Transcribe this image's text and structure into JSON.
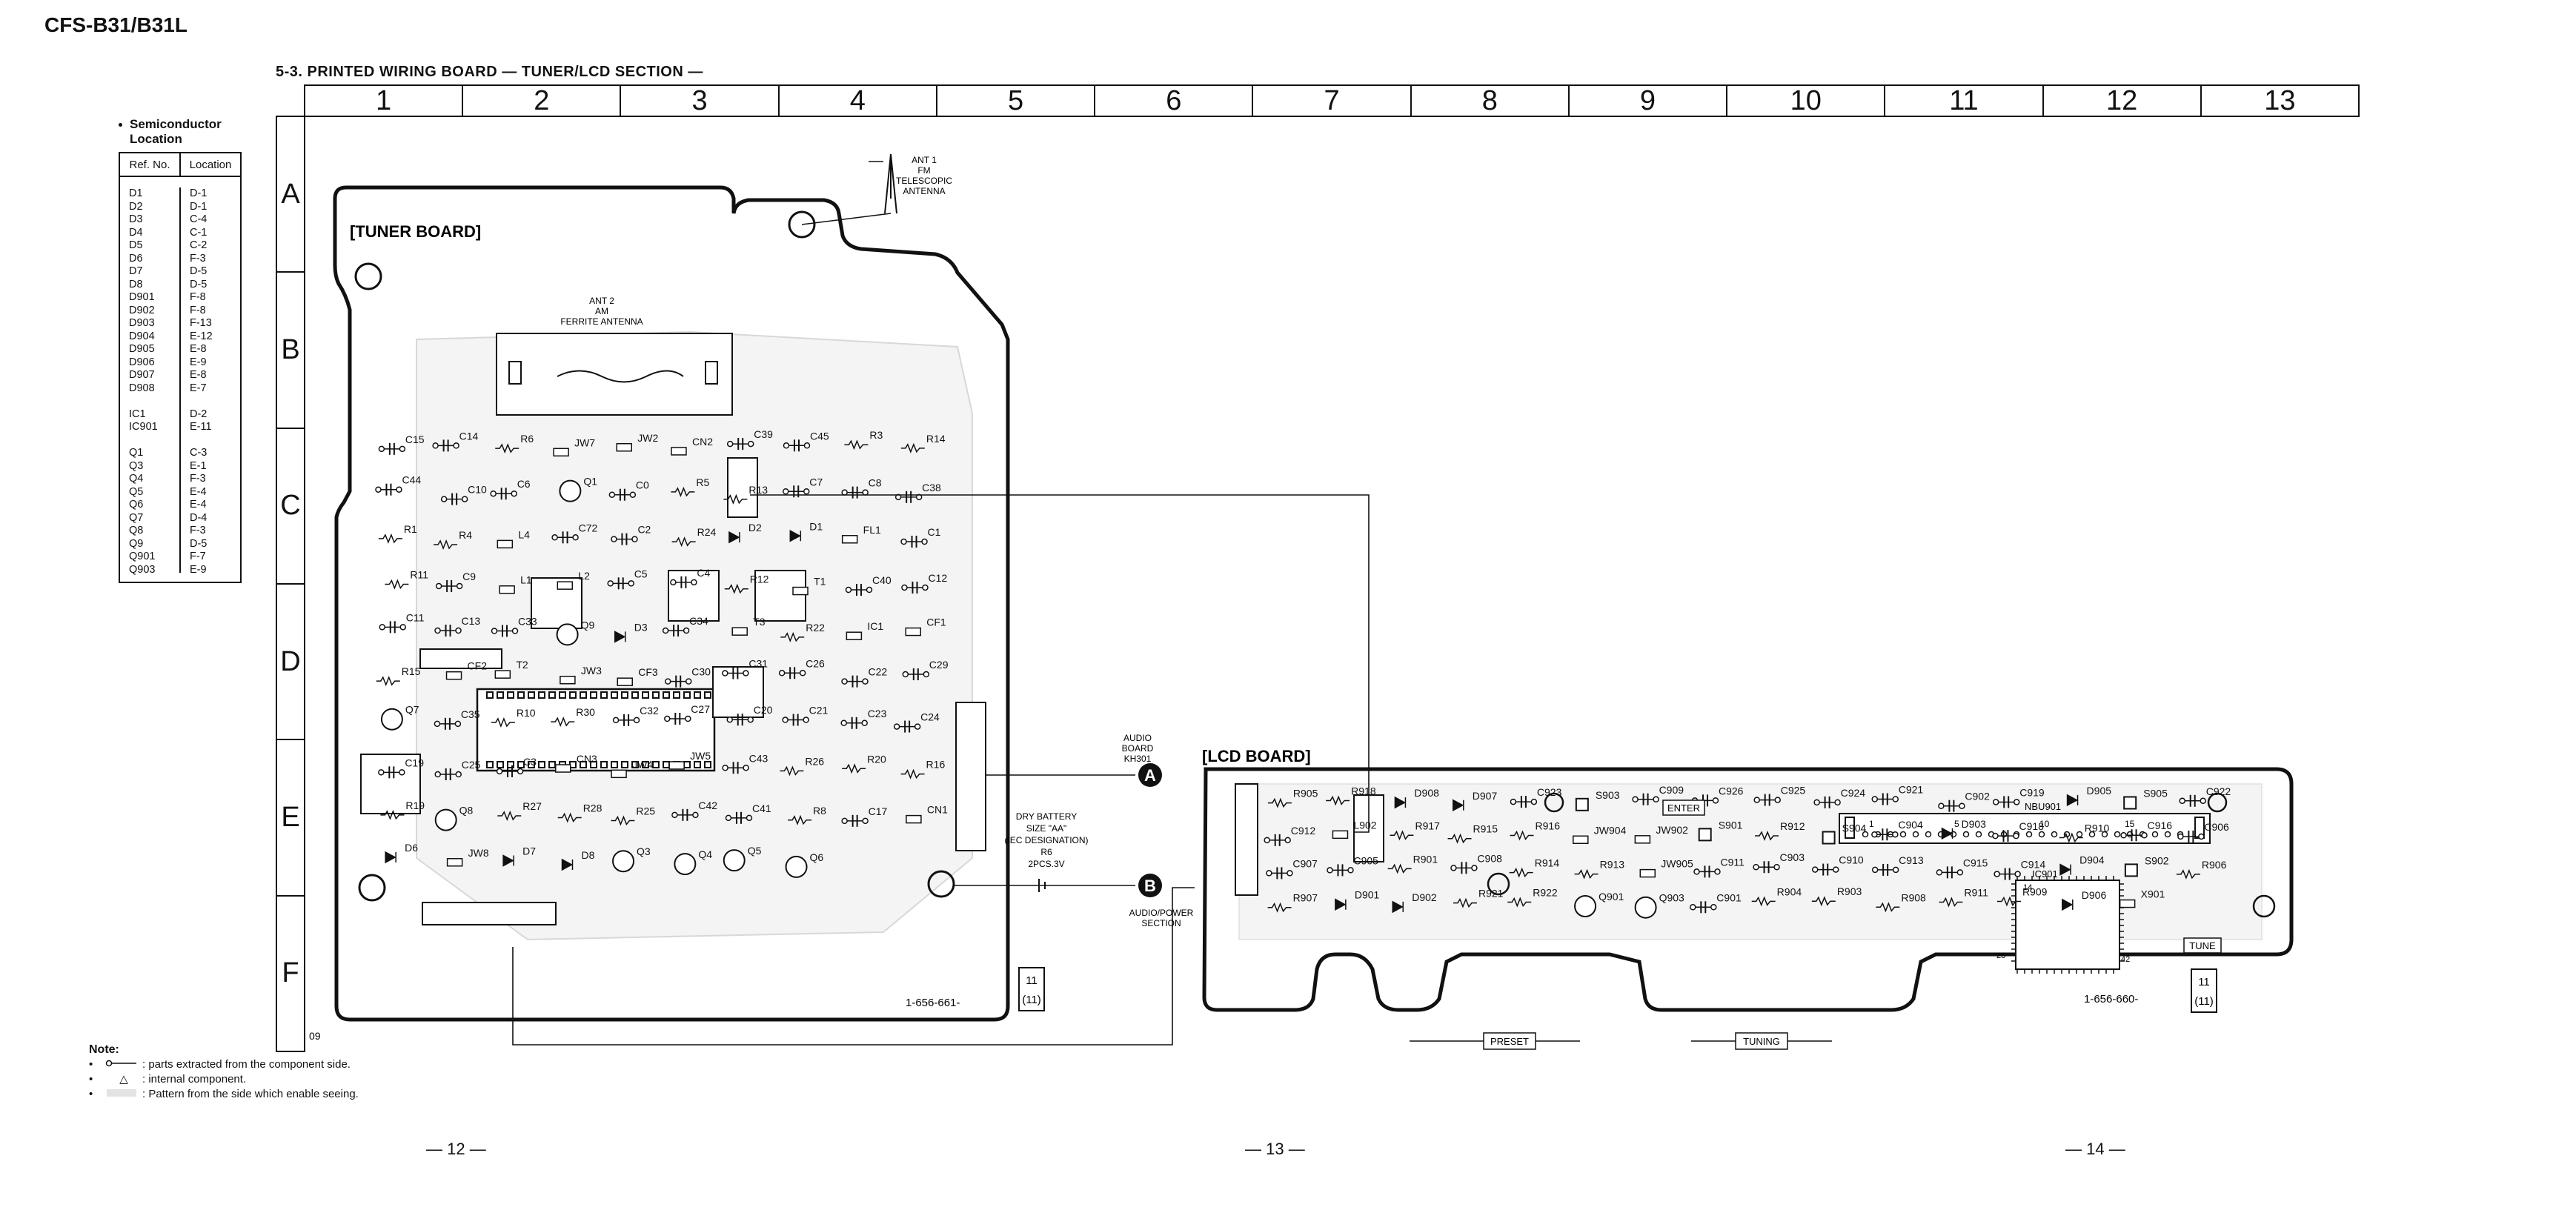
{
  "header": {
    "model": "CFS-B31/B31L",
    "section_title": "5-3.  PRINTED WIRING  BOARD — TUNER/LCD SECTION —"
  },
  "semiconductor_location": {
    "heading_line1": "Semiconductor",
    "heading_line2": "Location",
    "col_ref": "Ref. No.",
    "col_loc": "Location",
    "groups": [
      [
        [
          "D1",
          "D-1"
        ],
        [
          "D2",
          "D-1"
        ],
        [
          "D3",
          "C-4"
        ],
        [
          "D4",
          "C-1"
        ],
        [
          "D5",
          "C-2"
        ],
        [
          "D6",
          "F-3"
        ],
        [
          "D7",
          "D-5"
        ],
        [
          "D8",
          "D-5"
        ],
        [
          "D901",
          "F-8"
        ],
        [
          "D902",
          "F-8"
        ],
        [
          "D903",
          "F-13"
        ],
        [
          "D904",
          "E-12"
        ],
        [
          "D905",
          "E-8"
        ],
        [
          "D906",
          "E-9"
        ],
        [
          "D907",
          "E-8"
        ],
        [
          "D908",
          "E-7"
        ]
      ],
      [
        [
          "IC1",
          "D-2"
        ],
        [
          "IC901",
          "E-11"
        ]
      ],
      [
        [
          "Q1",
          "C-3"
        ],
        [
          "Q3",
          "E-1"
        ],
        [
          "Q4",
          "F-3"
        ],
        [
          "Q5",
          "E-4"
        ],
        [
          "Q6",
          "E-4"
        ],
        [
          "Q7",
          "D-4"
        ],
        [
          "Q8",
          "F-3"
        ],
        [
          "Q9",
          "D-5"
        ],
        [
          "Q901",
          "F-7"
        ],
        [
          "Q903",
          "E-9"
        ]
      ]
    ]
  },
  "grid": {
    "columns": [
      "1",
      "2",
      "3",
      "4",
      "5",
      "6",
      "7",
      "8",
      "9",
      "10",
      "11",
      "12",
      "13"
    ],
    "rows": [
      "A",
      "B",
      "C",
      "D",
      "E",
      "F"
    ]
  },
  "tuner_board": {
    "label": "[TUNER BOARD]",
    "pcb_number": "1-656-661-",
    "ant1": [
      "ANT 1",
      "FM",
      "TELESCOPIC",
      "ANTENNA"
    ],
    "ant2": [
      "ANT 2",
      "AM",
      "FERRITE  ANTENNA"
    ],
    "marker_09": "09",
    "box_11_a": "11",
    "box_11_b": "(11)",
    "components": [
      "C15",
      "C14",
      "R6",
      "JW7",
      "JW2",
      "CN2",
      "C39",
      "C45",
      "R3",
      "R14",
      "C44",
      "C10",
      "C6",
      "Q1",
      "C0",
      "R5",
      "R13",
      "C7",
      "C8",
      "C38",
      "R1",
      "R4",
      "L4",
      "C72",
      "C2",
      "R24",
      "D2",
      "D1",
      "FL1",
      "C1",
      "R11",
      "C9",
      "L1",
      "L2",
      "C5",
      "C4",
      "R12",
      "T1",
      "C40",
      "C12",
      "C11",
      "C13",
      "C33",
      "Q9",
      "D3",
      "C34",
      "T3",
      "R22",
      "IC1",
      "CF1",
      "R15",
      "CF2",
      "T2",
      "JW3",
      "CF3",
      "C30",
      "C31",
      "C26",
      "C22",
      "C29",
      "Q7",
      "C35",
      "R10",
      "R30",
      "C32",
      "C27",
      "C20",
      "C21",
      "C23",
      "C24",
      "C19",
      "C25",
      "C3",
      "CN3",
      "JW4",
      "JW5",
      "C43",
      "R26",
      "R20",
      "R16",
      "R19",
      "Q8",
      "R27",
      "R28",
      "R25",
      "C42",
      "C41",
      "R8",
      "C17",
      "CN1",
      "D6",
      "JW8",
      "D7",
      "D8",
      "Q3",
      "Q4",
      "Q5",
      "Q6"
    ]
  },
  "lcd_board": {
    "label": "[LCD BOARD]",
    "pcb_number": "1-656-660-",
    "box_11_a": "11",
    "box_11_b": "(11)",
    "preset": "PRESET",
    "tuning": "TUNING",
    "enter": "ENTER",
    "tune": "TUNE",
    "nbu": "NBU901",
    "nbu_pins": [
      "1",
      "5",
      "10",
      "15"
    ],
    "ic": "IC901",
    "ic_pins": [
      "14",
      "28",
      "42"
    ],
    "components": [
      "R905",
      "R918",
      "D908",
      "D907",
      "C923",
      "S903",
      "C909",
      "C926",
      "C925",
      "C924",
      "C921",
      "C902",
      "C919",
      "D905",
      "S905",
      "C922",
      "C912",
      "L902",
      "R917",
      "R915",
      "R916",
      "JW904",
      "JW902",
      "S901",
      "R912",
      "S904",
      "C904",
      "D903",
      "C918",
      "R910",
      "C916",
      "C906",
      "C907",
      "C905",
      "R901",
      "C908",
      "R914",
      "R913",
      "JW905",
      "C911",
      "C903",
      "C910",
      "C913",
      "C915",
      "C914",
      "D904",
      "S902",
      "R906",
      "R907",
      "D901",
      "D902",
      "R921",
      "R922",
      "Q901",
      "Q903",
      "C901",
      "R904",
      "R903",
      "R908",
      "R911",
      "R909",
      "D906",
      "X901"
    ]
  },
  "connections": {
    "audio_board": [
      "AUDIO",
      "BOARD",
      "KH301"
    ],
    "audio_power": [
      "AUDIO/POWER",
      "SECTION"
    ],
    "battery": [
      "DRY BATTERY",
      "SIZE \"AA\"",
      "(IEC DESIGNATION)",
      "R6",
      "2PCS.3V"
    ],
    "marker_a": "A",
    "marker_b": "B"
  },
  "notes": {
    "title": "Note:",
    "items": [
      ": parts extracted from the component side.",
      ": internal component.",
      ": Pattern from the side which enable seeing."
    ],
    "item2_symbol": "△"
  },
  "pages": [
    "— 12 —",
    "— 13 —",
    "— 14 —"
  ]
}
